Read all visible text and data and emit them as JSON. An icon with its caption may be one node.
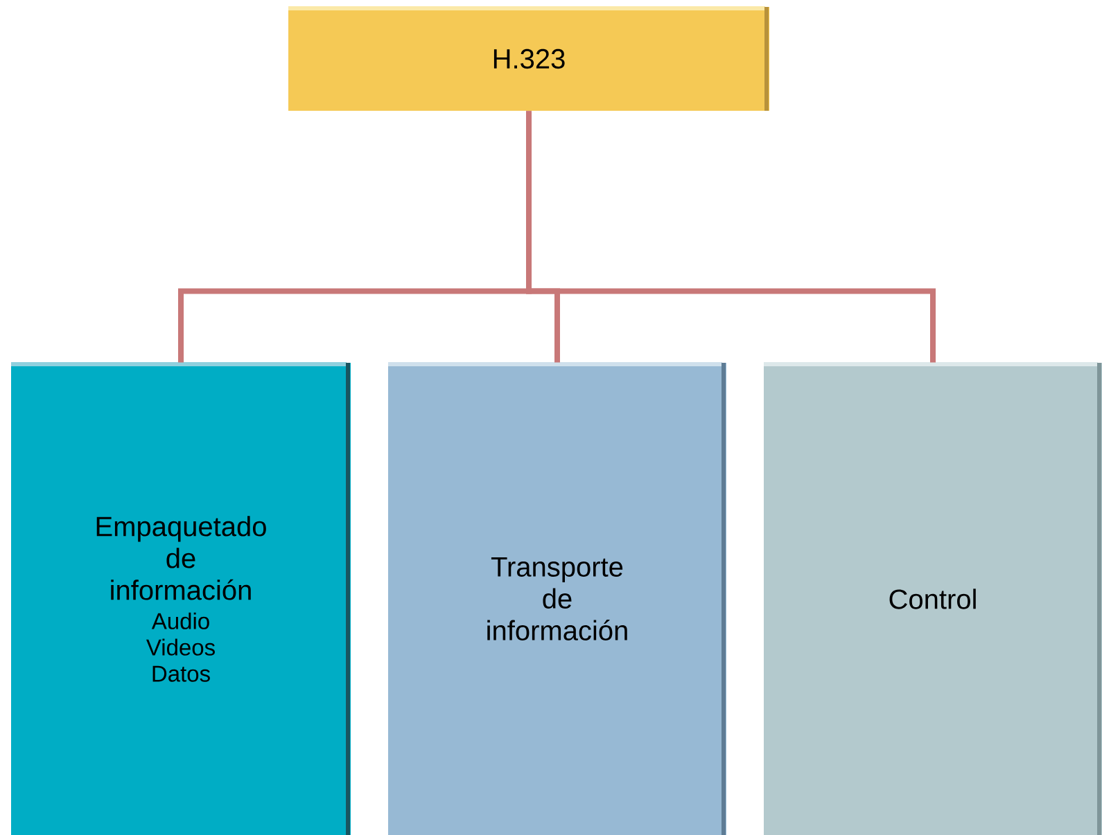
{
  "diagram": {
    "nodes": [
      {
        "text": [
          "H.323"
        ]
      },
      {
        "text": [
          "Empaquetado de información",
          "Audio Videos Datos"
        ]
      },
      {
        "text": [
          "Transporte de información"
        ]
      },
      {
        "text": [
          "Control"
        ]
      }
    ],
    "edges": [
      {
        "from": 0,
        "to": 1,
        "arrow": "none"
      },
      {
        "from": 0,
        "to": 2,
        "arrow": "none"
      },
      {
        "from": 0,
        "to": 3,
        "arrow": "none"
      }
    ]
  }
}
